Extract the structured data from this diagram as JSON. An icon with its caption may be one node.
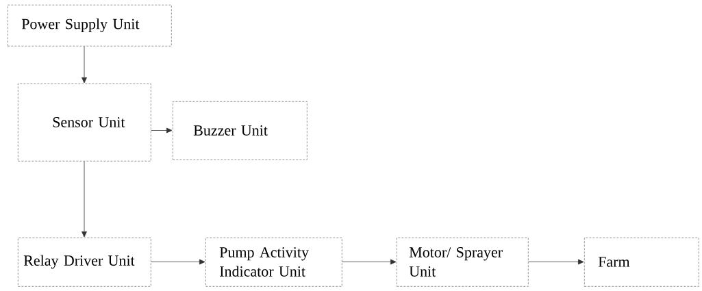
{
  "diagram": {
    "nodes": [
      {
        "text": [
          "Power Supply Unit"
        ]
      },
      {
        "text": [
          "Sensor Unit"
        ]
      },
      {
        "text": [
          "Buzzer Unit"
        ]
      },
      {
        "text": [
          "Relay Driver Unit"
        ]
      },
      {
        "text": [
          "Pump Activity Indicator Unit"
        ]
      },
      {
        "text": [
          "Motor/ Sprayer Unit"
        ]
      },
      {
        "text": [
          "Farm"
        ]
      }
    ],
    "edges": [
      {
        "from": 0,
        "to": 1,
        "arrow": "to"
      },
      {
        "from": 1,
        "to": 2,
        "arrow": "to"
      },
      {
        "from": 1,
        "to": 3,
        "arrow": "to"
      },
      {
        "from": 3,
        "to": 4,
        "arrow": "to"
      },
      {
        "from": 4,
        "to": 5,
        "arrow": "to"
      },
      {
        "from": 5,
        "to": 6,
        "arrow": "to"
      }
    ]
  }
}
